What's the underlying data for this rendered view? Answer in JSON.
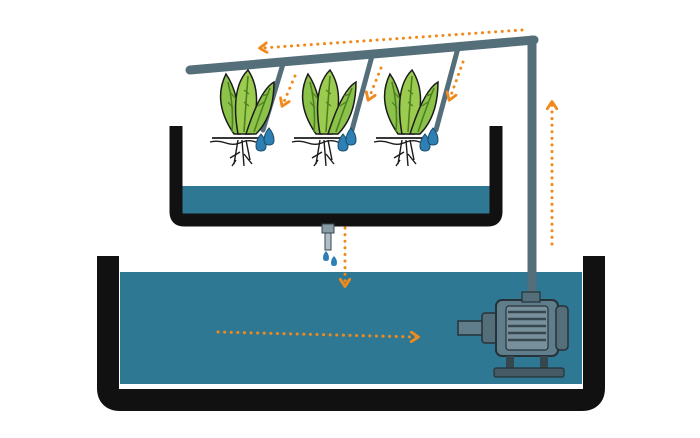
{
  "diagram": {
    "subject": "hydroponic-grow-system",
    "plants": [
      {
        "id": "lettuce-1"
      },
      {
        "id": "lettuce-2"
      },
      {
        "id": "lettuce-3"
      }
    ],
    "flow": [
      "reservoir-to-pump",
      "pump-up-riser",
      "along-top-pipe",
      "drip-to-plants",
      "drain-to-reservoir"
    ],
    "colors": {
      "water": "#2e7894",
      "tank_outline": "#111111",
      "pipe": "#546e7a",
      "flow_arrow": "#f08a1c",
      "leaf": "#8bc34a",
      "leaf_dark": "#4f7f1f",
      "drop": "#2e7fb3",
      "pump_body": "#607d8b",
      "pump_dark": "#37474f"
    },
    "icons": [
      "lettuce-icon",
      "water-drop-icon",
      "pump-motor-icon",
      "drain-tap-icon"
    ]
  }
}
